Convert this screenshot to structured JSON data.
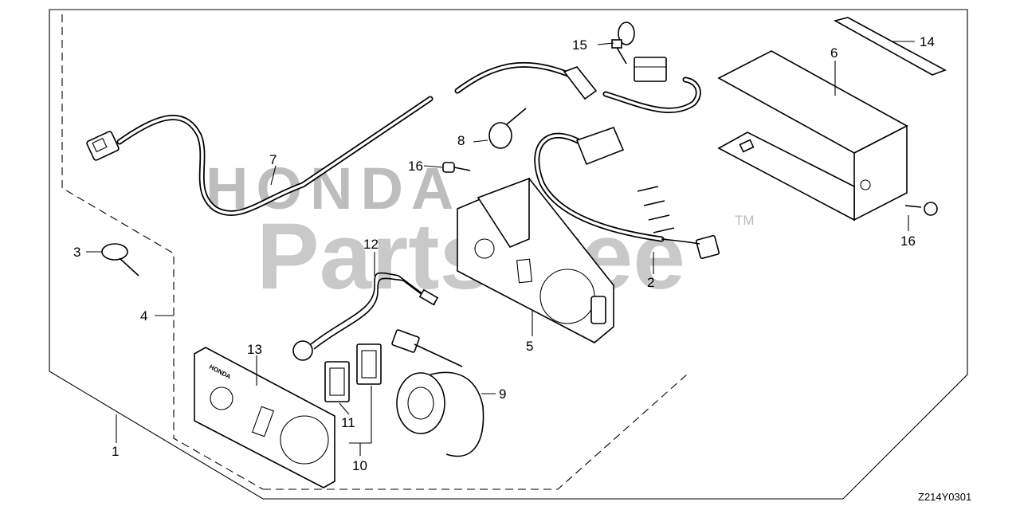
{
  "watermark": {
    "brand": "HONDA",
    "name": "PartsTree",
    "trademark": "TM"
  },
  "diagram_code": "Z214Y0301",
  "plate_brand": "HONDA",
  "callouts": [
    "1",
    "2",
    "3",
    "4",
    "5",
    "6",
    "7",
    "8",
    "9",
    "10",
    "11",
    "12",
    "13",
    "14",
    "15",
    "16",
    "16"
  ]
}
